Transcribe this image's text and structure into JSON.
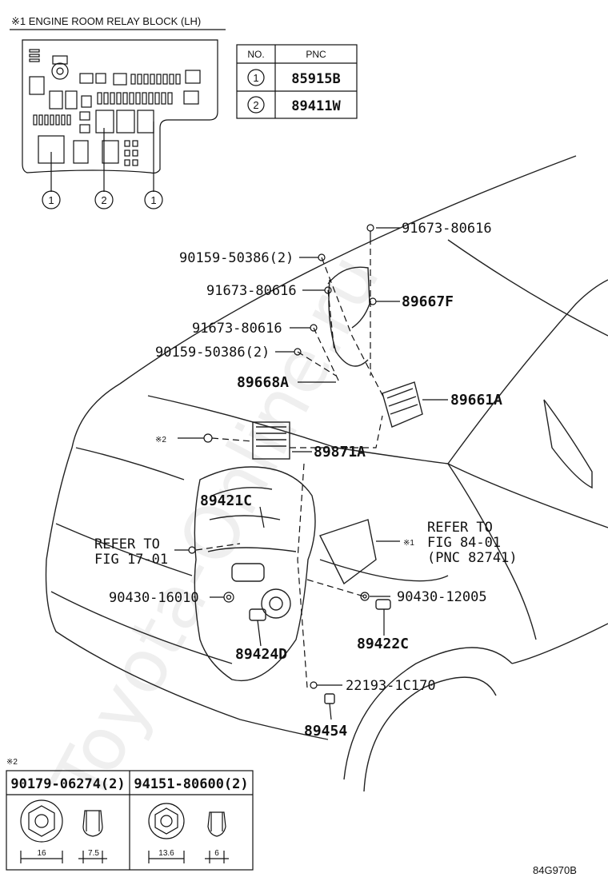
{
  "relay_block": {
    "title": "※1 ENGINE ROOM RELAY BLOCK (LH)",
    "callouts": [
      "1",
      "2",
      "1"
    ]
  },
  "pnc_table": {
    "headers": [
      "NO.",
      "PNC"
    ],
    "rows": [
      {
        "no": "1",
        "pnc": "85915B"
      },
      {
        "no": "2",
        "pnc": "89411W"
      }
    ]
  },
  "labels": {
    "p91673_top": "91673-80616",
    "p90159_a": "90159-50386(2)",
    "p91673_b": "91673-80616",
    "p89667F": "89667F",
    "p91673_c": "91673-80616",
    "p90159_b": "90159-50386(2)",
    "p89668A": "89668A",
    "p89661A": "89661A",
    "mark2": "※2",
    "p89871A": "89871A",
    "p89421C": "89421C",
    "refer_left_1": "REFER TO",
    "refer_left_2": "FIG 17-01",
    "refer_right_1": "REFER TO",
    "refer_right_2": "FIG 84-01",
    "refer_right_3": "(PNC 82741)",
    "mark1": "※1",
    "p90430_16010": "90430-16010",
    "p90430_12005": "90430-12005",
    "p89424D": "89424D",
    "p89422C": "89422C",
    "p22193": "22193-1C170",
    "p89454": "89454"
  },
  "fastener_table": {
    "mark": "※2",
    "columns": [
      {
        "part": "90179-06274(2)",
        "dim_a": "16",
        "dim_b": "7.5"
      },
      {
        "part": "94151-80600(2)",
        "dim_a": "13.6",
        "dim_b": "6"
      }
    ]
  },
  "figure_code": "84G970B",
  "watermark": "Toyota-Online.ru"
}
